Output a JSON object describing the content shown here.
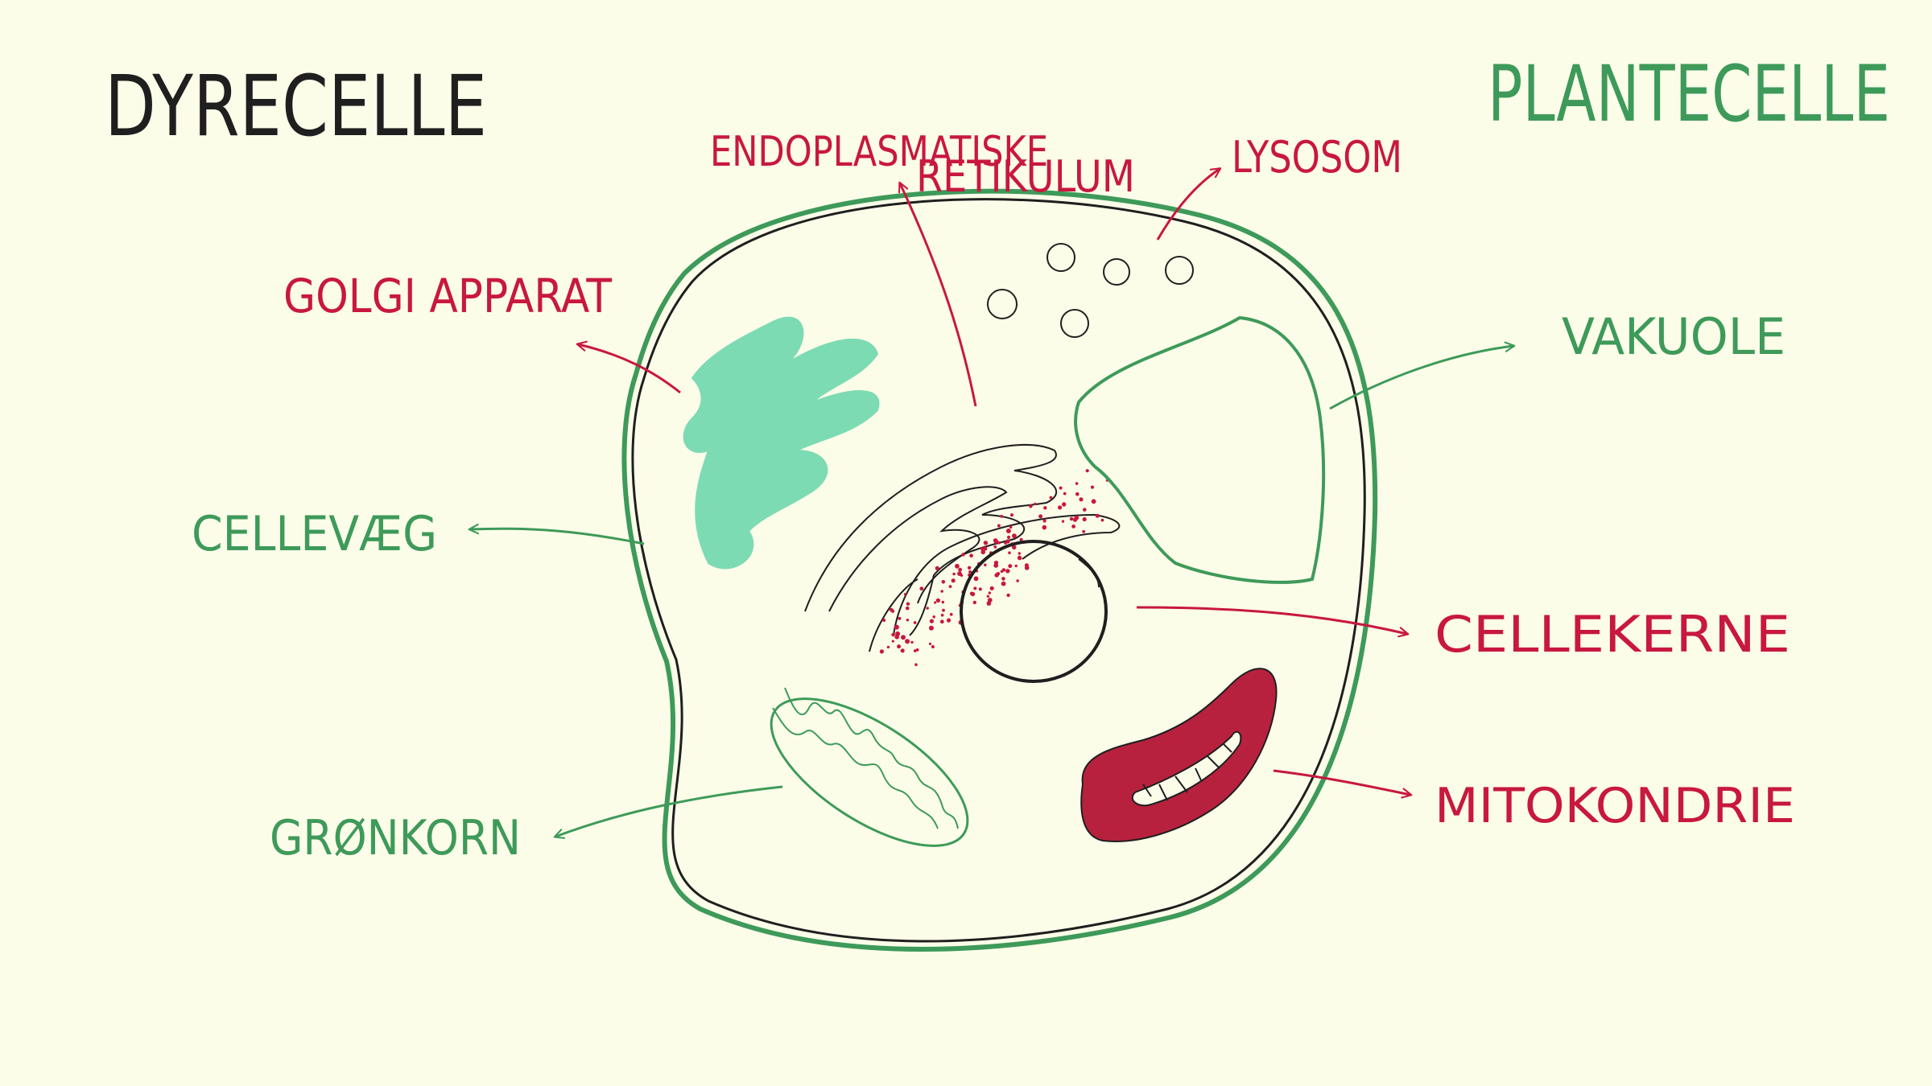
{
  "titles": {
    "animal": "DYRECELLE",
    "plant": "PLANTECELLE"
  },
  "labels": {
    "golgi": "GOLGI APPARAT",
    "er_line1": "ENDOPLASMATISKE",
    "er_line2": "RETIKULUM",
    "lysosome": "LYSOSOM",
    "vacuole": "VAKUOLE",
    "cell_wall": "CELLEVÆG",
    "nucleus": "CELLEKERNE",
    "mitochondrion": "MITOKONDRIE",
    "chloroplast": "GRØNKORN"
  },
  "colors": {
    "background": "#fcfde9",
    "animal": "#c8183f",
    "plant": "#3e9a5a",
    "ink": "#1f1f1f",
    "golgi_fill": "#7ddbb3",
    "mito_fill": "#b8213e"
  }
}
